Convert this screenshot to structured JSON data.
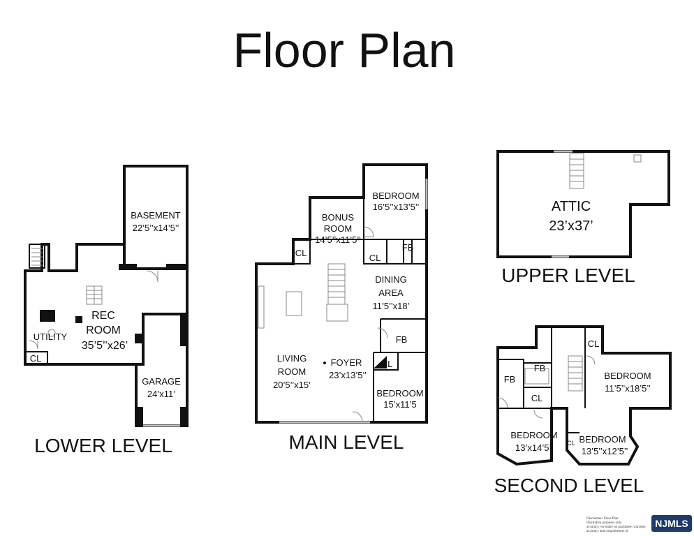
{
  "title": "Floor Plan",
  "levels": {
    "lower": "LOWER LEVEL",
    "main": "MAIN LEVEL",
    "upper": "UPPER LEVEL",
    "second": "SECOND LEVEL"
  },
  "rooms": {
    "lower_basement": {
      "name": "BASEMENT",
      "size": "22’5’’x14’5’’"
    },
    "lower_rec": {
      "name1": "REC",
      "name2": "ROOM",
      "size": "35’5’’x26’"
    },
    "lower_utility": {
      "name": "UTILITY"
    },
    "lower_cl": {
      "name": "CL"
    },
    "lower_garage": {
      "name": "GARAGE",
      "size": "24’x11’"
    },
    "main_bedroom1": {
      "name": "BEDROOM",
      "size": "16’5’’x13’5’’"
    },
    "main_bonus": {
      "name1": "BONUS",
      "name2": "ROOM",
      "size": "14’5’’x11’5’’"
    },
    "main_cl1": {
      "name": "CL"
    },
    "main_cl2": {
      "name": "CL"
    },
    "main_cl3": {
      "name": "CL"
    },
    "main_fb1": {
      "name": "FB"
    },
    "main_fb2": {
      "name": "FB"
    },
    "main_dining": {
      "name1": "DINING",
      "name2": "AREA",
      "size": "11’5’’x18’"
    },
    "main_living": {
      "name1": "LIVING",
      "name2": "ROOM",
      "size": "20’5’’x15’"
    },
    "main_foyer": {
      "name": "FOYER",
      "size": "23’x13’5’’"
    },
    "main_bedroom2": {
      "name": "BEDROOM",
      "size": "15’x11’5"
    },
    "upper_attic": {
      "name": "ATTIC",
      "size": "23’x37’"
    },
    "second_cl1": {
      "name": "CL"
    },
    "second_cl2": {
      "name": "CL"
    },
    "second_cl3": {
      "name": "CL"
    },
    "second_fb1": {
      "name": "FB"
    },
    "second_fb2": {
      "name": "FB"
    },
    "second_bedroom1": {
      "name": "BEDROOM",
      "size": "11’5’’x18’5’’"
    },
    "second_bedroom2": {
      "name": "BEDROOM",
      "size": "13’x14’5’’"
    },
    "second_bedroom3": {
      "name": "BEDROOM",
      "size": "13’5’’x12’5’’"
    }
  },
  "disclaimer": {
    "line1": "Disclaimer: Floor Plan",
    "line2": "illustrative purposes only",
    "line3": "accuracy, we make no guarantee, warranty",
    "line4": "accuracy and completeness of"
  },
  "watermark": "NJMLS"
}
